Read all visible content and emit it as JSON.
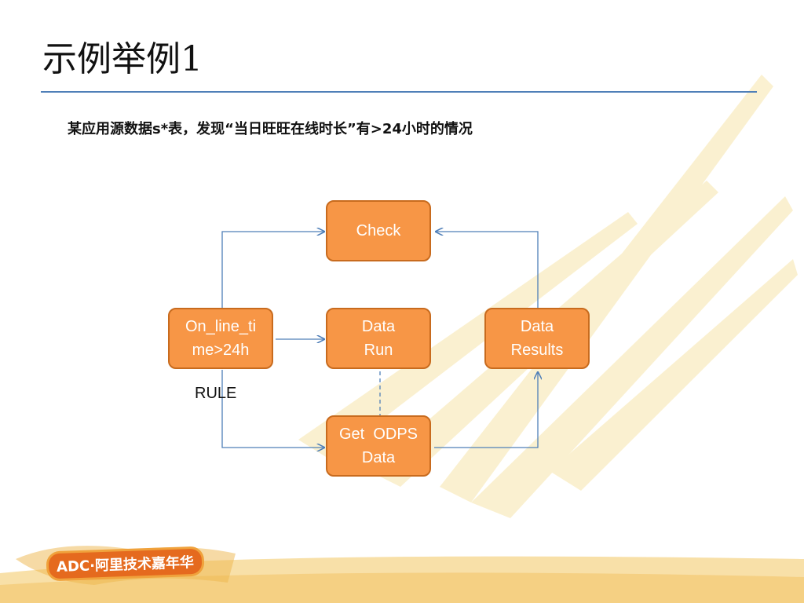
{
  "title": "示例举例1",
  "subtitle": "某应用源数据s*表，发现“当日旺旺在线时长”有>24小时的情况",
  "nodes": {
    "check": {
      "lines": [
        "Check"
      ]
    },
    "online": {
      "lines": [
        "On_line_ti",
        "me>24h"
      ]
    },
    "data_run": {
      "lines": [
        "Data",
        "Run"
      ]
    },
    "data_results": {
      "lines": [
        "Data",
        "Results"
      ]
    },
    "get_odps": {
      "lines": [
        "Get  ODPS",
        "Data"
      ]
    }
  },
  "rule_label": "RULE",
  "logo_text": "ADC·阿里技术嘉年华",
  "colors": {
    "node_fill": "#f79646",
    "node_border": "#c86b1e",
    "connector": "#4f7fb8",
    "title_rule": "#4f7fb8",
    "decor": "#f3d77a"
  }
}
